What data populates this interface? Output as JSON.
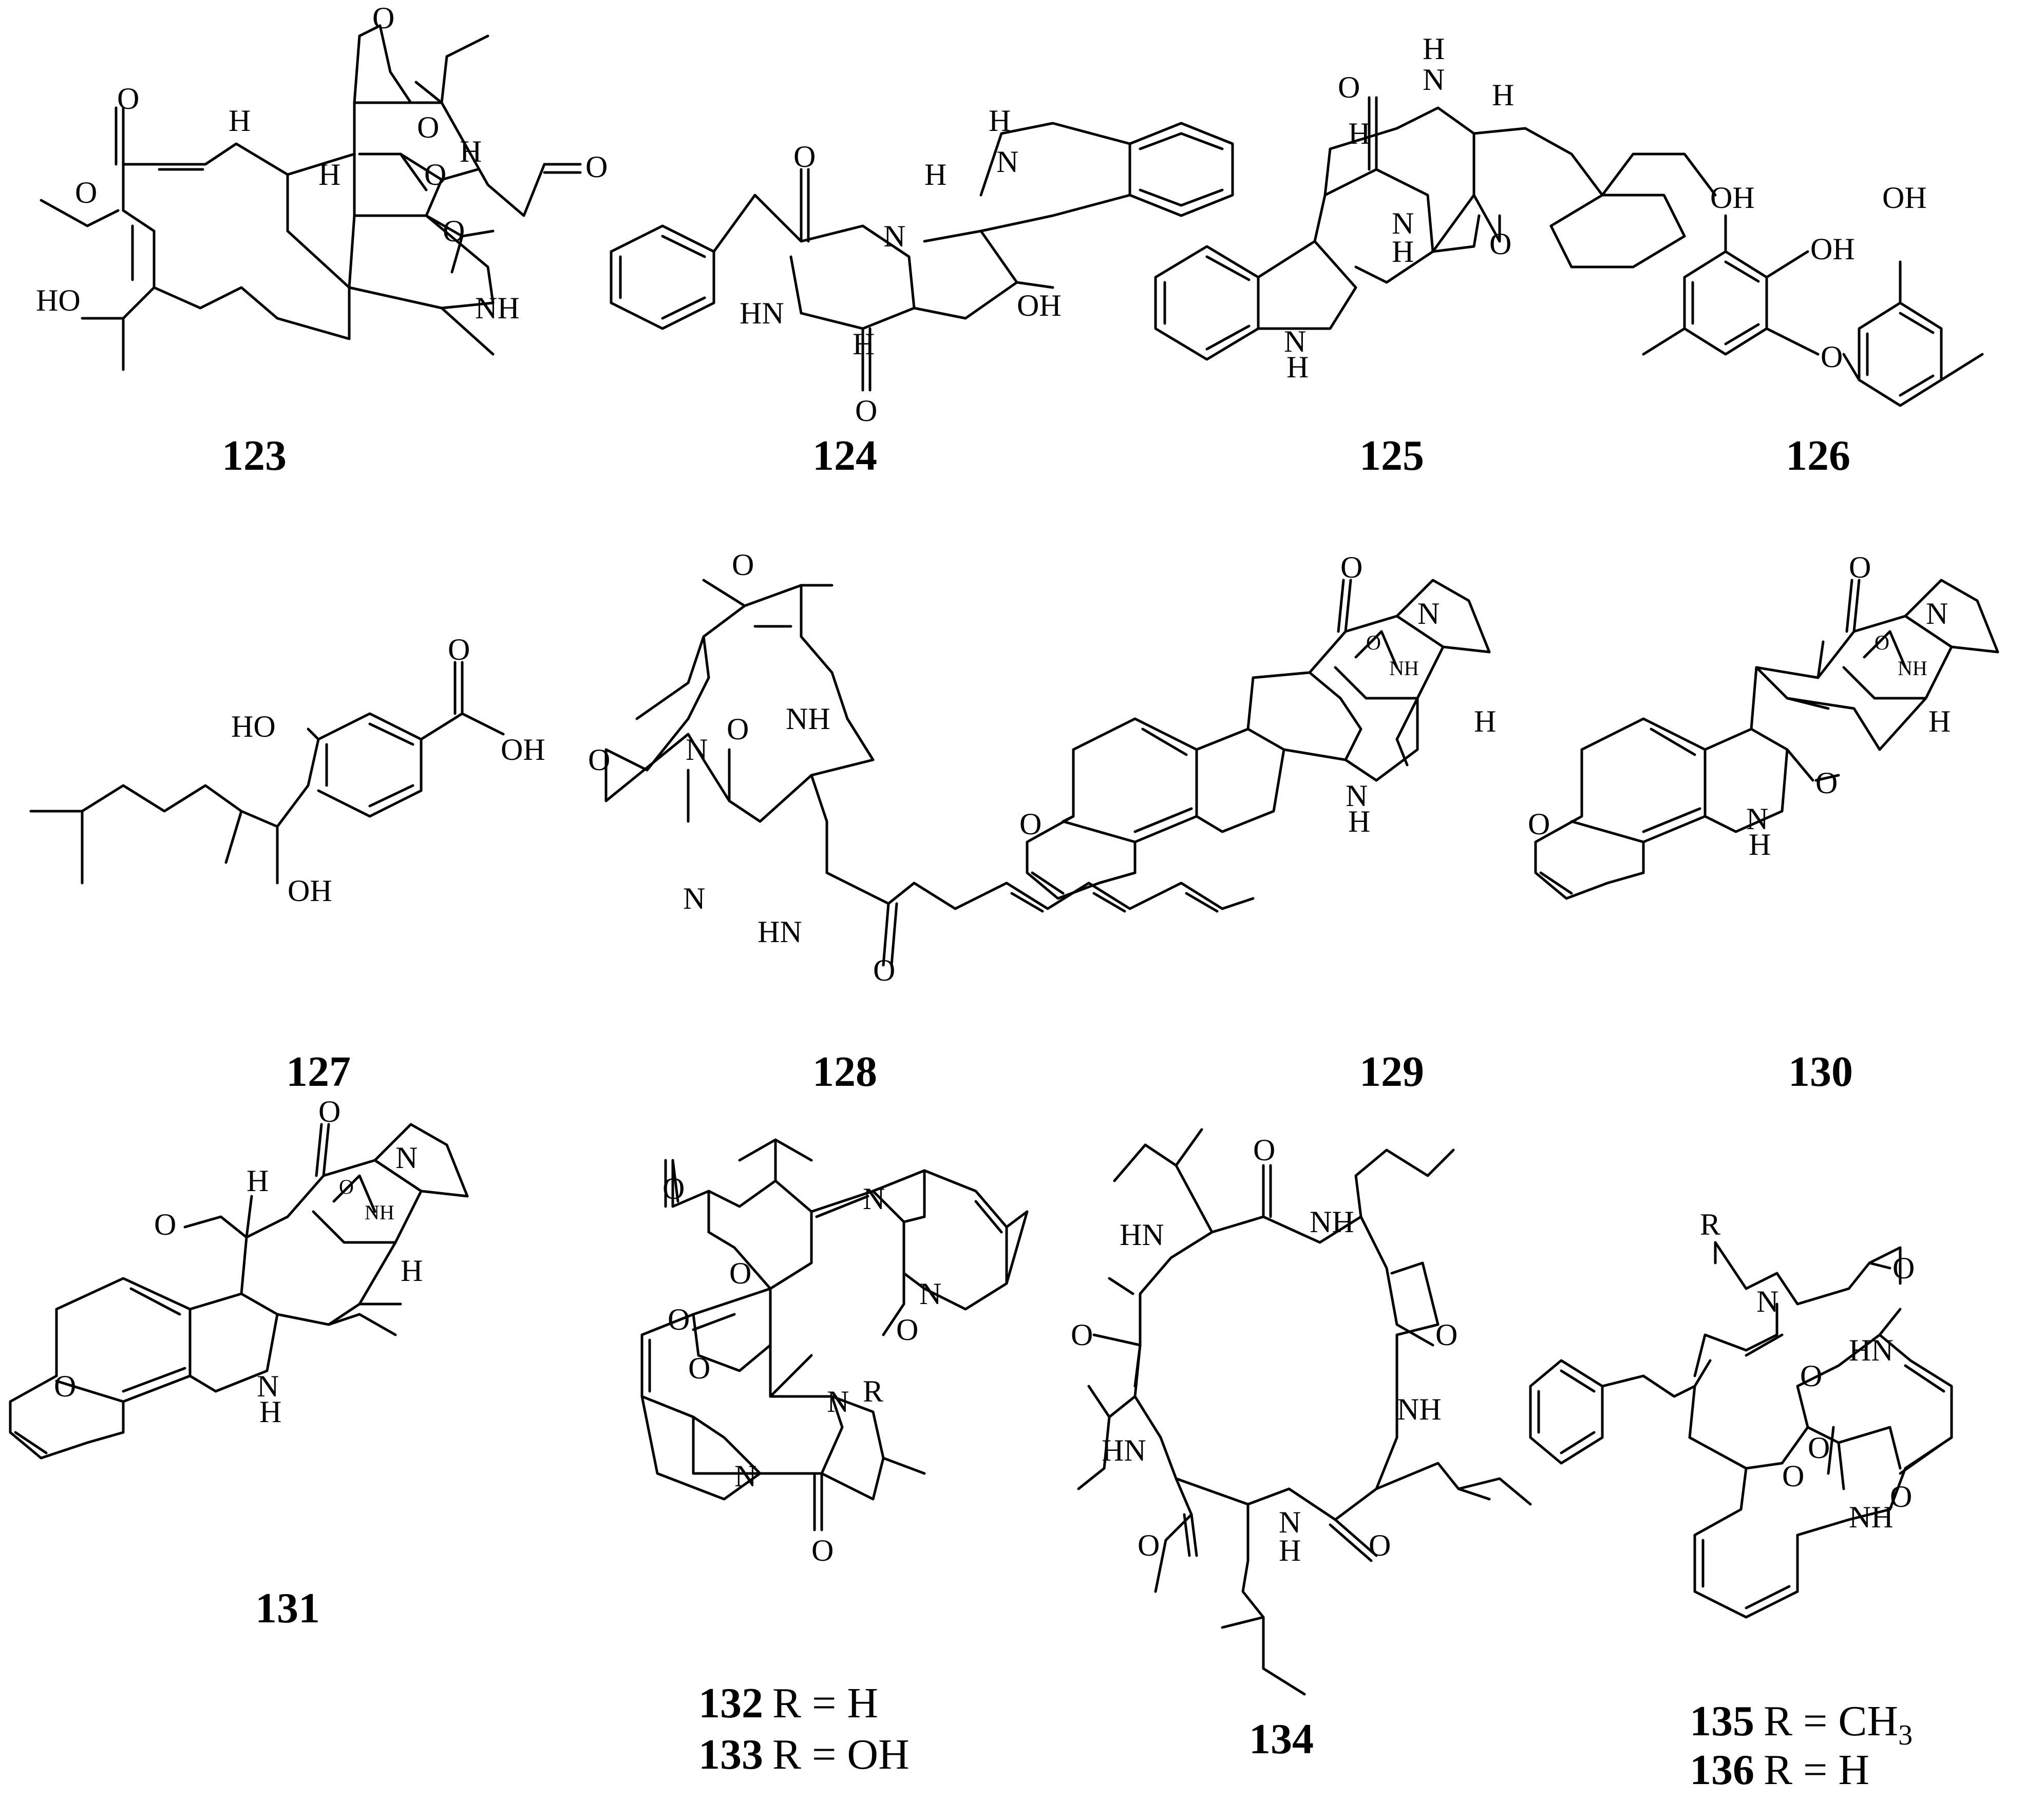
{
  "compounds": [
    {
      "number": "123",
      "labels": [
        "O",
        "O",
        "O",
        "O",
        "O",
        "O",
        "O",
        "H",
        "H",
        "H",
        "HO",
        "NH"
      ],
      "variants": []
    },
    {
      "number": "124",
      "labels": [
        "O",
        "O",
        "N",
        "H",
        "H",
        "N",
        "HN",
        "H",
        "OH"
      ],
      "variants": []
    },
    {
      "number": "125",
      "labels": [
        "O",
        "O",
        "H",
        "N",
        "H",
        "H",
        "N",
        "H",
        "N",
        "H"
      ],
      "variants": []
    },
    {
      "number": "126",
      "labels": [
        "OH",
        "OH",
        "OH",
        "O"
      ],
      "variants": []
    },
    {
      "number": "127",
      "labels": [
        "HO",
        "O",
        "OH",
        "OH"
      ],
      "variants": []
    },
    {
      "number": "128",
      "labels": [
        "O",
        "NH",
        "O",
        "N",
        "O",
        "N",
        "HN",
        "O"
      ],
      "variants": []
    },
    {
      "number": "129",
      "labels": [
        "O",
        "N",
        "O",
        "NH",
        "H",
        "O",
        "N",
        "H"
      ],
      "variants": []
    },
    {
      "number": "130",
      "labels": [
        "O",
        "N",
        "O",
        "NH",
        "H",
        "O",
        "O",
        "N",
        "H"
      ],
      "variants": []
    },
    {
      "number": "131",
      "labels": [
        "O",
        "N",
        "H",
        "O",
        "O",
        "NH",
        "H",
        "O",
        "N",
        "H"
      ],
      "variants": []
    },
    {
      "number": "",
      "labels": [
        "O",
        "O",
        "N",
        "N",
        "O",
        "O",
        "O",
        "N",
        "R",
        "N",
        "O"
      ],
      "variants": [
        {
          "number": "132",
          "substituent": "R = H"
        },
        {
          "number": "133",
          "substituent": "R = OH"
        }
      ]
    },
    {
      "number": "134",
      "labels": [
        "O",
        "HN",
        "NH",
        "O",
        "O",
        "NH",
        "HN",
        "O",
        "O",
        "N",
        "H"
      ],
      "variants": []
    },
    {
      "number": "",
      "labels": [
        "R",
        "O",
        "N",
        "HN",
        "O",
        "O",
        "O",
        "O",
        "NH"
      ],
      "variants": [
        {
          "number": "135",
          "substituent": "R = CH",
          "subscript": "3"
        },
        {
          "number": "136",
          "substituent": "R = H"
        }
      ]
    }
  ]
}
